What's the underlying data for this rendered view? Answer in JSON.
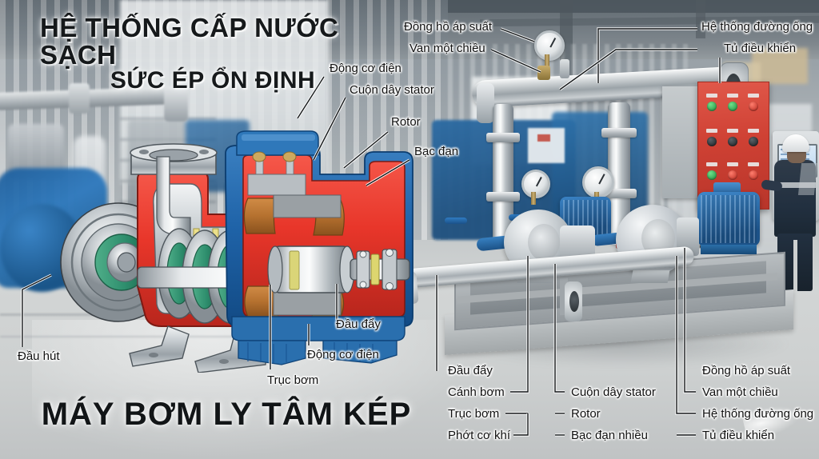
{
  "title": {
    "line1": "HỆ THỐNG CẤP NƯỚC SẠCH",
    "line2": "SỨC ÉP ỔN ĐỊNH",
    "bottom": "MÁY BƠM LY TÂM KÉP"
  },
  "cutaway_labels": {
    "motor_top": "Động cơ điện",
    "stator_winding": "Cuộn dây stator",
    "rotor": "Rotor",
    "bearing": "Bạc đạn",
    "suction": "Đầu hút",
    "pump_shaft": "Trục bơm",
    "motor_bottom": "Động cơ điện",
    "discharge": "Đầu đẩy"
  },
  "photo_labels_top": {
    "pressure_gauge": "Đồng hồ áp suất",
    "check_valve": "Van một chiều",
    "pipe_system": "Hệ thống đường ống",
    "control_cabinet": "Tủ điều khiển"
  },
  "photo_labels_bottom": {
    "col1": [
      "Đầu đẩy",
      "Cánh bơm",
      "Trục bơm",
      "Phớt cơ khí"
    ],
    "col2": [
      "Cuộn dây stator",
      "Rotor",
      "Bạc đạn nhiều"
    ],
    "col3": [
      "Đồng hồ áp suất",
      "Van một chiều",
      "Hệ thống đường ống",
      "Tủ điều khiển"
    ]
  },
  "colors": {
    "casing_red": "#e8362a",
    "motor_blue": "#1f63a8",
    "copper_winding": "#b5712f",
    "impeller_green": "#2f8f6e",
    "gasket_yellow": "#ece08a",
    "steel_gray": "#b8bfc4",
    "cabinet_red": "#cf4134",
    "label_text": "#111111"
  }
}
